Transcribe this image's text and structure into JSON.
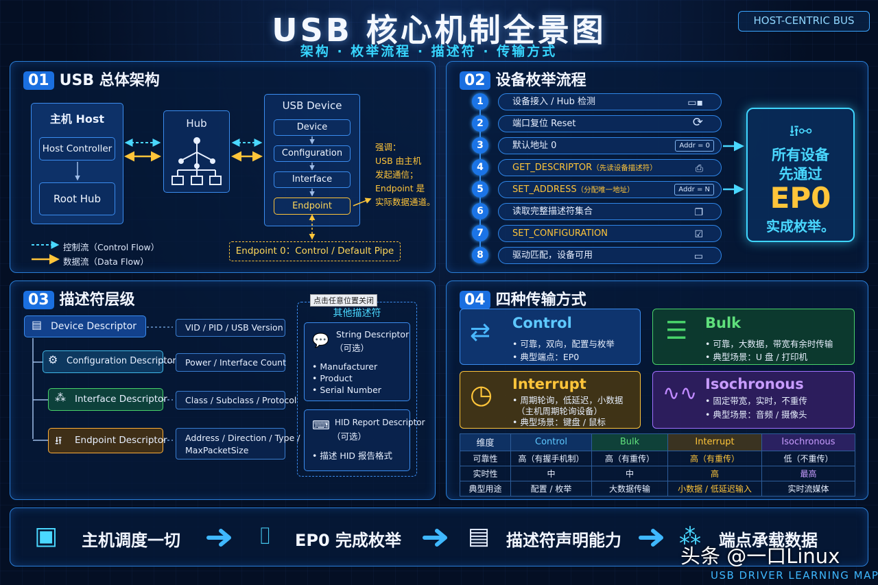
{
  "header": {
    "title": "USB 核心机制全景图",
    "subtitle": "架构 · 枚举流程 · 描述符 · 传输方式",
    "badge": "HOST-CENTRIC BUS"
  },
  "sec1": {
    "num": "01",
    "title": "USB 总体架构",
    "host_title": "主机 Host",
    "host_controller": "Host Controller",
    "root_hub": "Root Hub",
    "hub": "Hub",
    "device_title": "USB Device",
    "device": "Device",
    "configuration": "Configuration",
    "interface": "Interface",
    "endpoint": "Endpoint",
    "note": [
      "强调：",
      "USB 由主机",
      "发起通信；",
      "Endpoint 是",
      "实际数据通道。"
    ],
    "endpoint0": "Endpoint 0：Control / Default Pipe",
    "legend_control": "控制流（Control Flow）",
    "legend_data": "数据流（Data Flow）"
  },
  "sec2": {
    "num": "02",
    "title": "设备枚举流程",
    "steps": [
      {
        "n": "1",
        "text": "设备接入 / Hub 检测"
      },
      {
        "n": "2",
        "text": "端口复位 Reset"
      },
      {
        "n": "3",
        "text": "默认地址 0",
        "addr": "Addr = 0"
      },
      {
        "n": "4",
        "text": "GET_DESCRIPTOR",
        "note": "（先读设备描述符）"
      },
      {
        "n": "5",
        "text": "SET_ADDRESS",
        "note": "（分配唯一地址）",
        "addr": "Addr = N"
      },
      {
        "n": "6",
        "text": "读取完整描述符集合"
      },
      {
        "n": "7",
        "text": "SET_CONFIGURATION"
      },
      {
        "n": "8",
        "text": "驱动匹配，设备可用"
      }
    ],
    "ep0_line1": "所有设备",
    "ep0_line2": "先通过",
    "ep0_big": "EP0",
    "ep0_line3": "实成枚举。"
  },
  "sec3": {
    "num": "03",
    "title": "描述符层级",
    "device_desc": "Device Descriptor",
    "config_desc": "Configuration Descriptor",
    "interface_desc": "Interface Descriptor",
    "endpoint_desc": "Endpoint Descriptor",
    "attr_device": "VID / PID / USB Version",
    "attr_config": "Power / Interface Count",
    "attr_interface": "Class / Subclass / Protocol",
    "attr_endpoint_1": "Address / Direction / Type /",
    "attr_endpoint_2": "MaxPacketSize",
    "tooltip": "点击任意位置关闭",
    "other_title": "其他描述符",
    "string_title": "String Descriptor",
    "string_sub": "（可选）",
    "string_items": [
      "Manufacturer",
      "Product",
      "Serial Number"
    ],
    "hid_title": "HID Report Descriptor",
    "hid_sub": "（可选）",
    "hid_desc": "描述 HID 报告格式"
  },
  "sec4": {
    "num": "04",
    "title": "四种传输方式",
    "cards": {
      "control": {
        "title": "Control",
        "lines": [
          "可靠，双向，配置与枚举",
          "典型端点：EP0"
        ]
      },
      "bulk": {
        "title": "Bulk",
        "lines": [
          "可靠，大数据，带宽有余时传输",
          "典型场景：U 盘 / 打印机"
        ]
      },
      "interrupt": {
        "title": "Interrupt",
        "lines": [
          "周期轮询，低延迟，小数据",
          "（主机周期轮询设备）",
          "典型场景：键盘 / 鼠标"
        ]
      },
      "iso": {
        "title": "Isochronous",
        "lines": [
          "固定带宽，实时，不重传",
          "典型场景：音频 / 摄像头"
        ]
      }
    },
    "table": {
      "headers": [
        "维度",
        "Control",
        "Bulk",
        "Interrupt",
        "Isochronous"
      ],
      "rows": [
        [
          "可靠性",
          "高（有握手机制）",
          "高（有重传）",
          "高（有重传）",
          "低（不重传）"
        ],
        [
          "实时性",
          "中",
          "中",
          "高",
          "最高"
        ],
        [
          "典型用途",
          "配置 / 枚举",
          "大数据传输",
          "小数据 / 低延迟输入",
          "实时流媒体"
        ]
      ]
    }
  },
  "bottom": {
    "items": [
      "主机调度一切",
      "EP0 完成枚举",
      "描述符声明能力",
      "端点承载数据"
    ],
    "watermark": "头条 @一口Linux",
    "footer": "USB DRIVER LEARNING MAP"
  },
  "colors": {
    "accent": "#1a6fe0",
    "yellow": "#ffc53a",
    "green": "#49d36a",
    "purple": "#b27cff",
    "cyan": "#3fd6ff"
  }
}
